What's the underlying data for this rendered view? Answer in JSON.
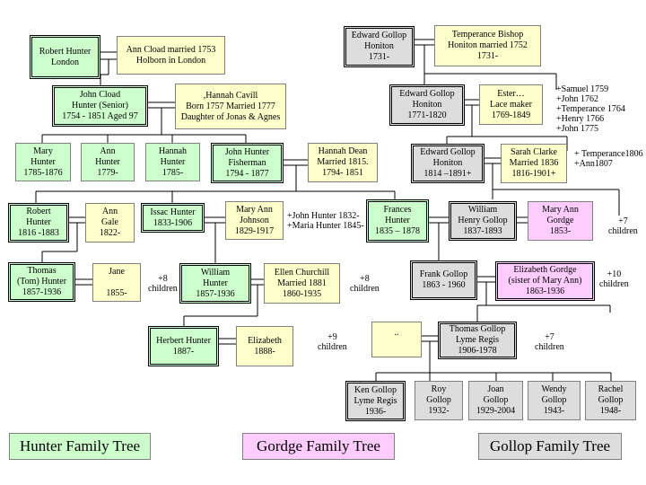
{
  "people": {
    "robert_hunter_london": {
      "text": "Robert Hunter\nLondon",
      "family": "hunter",
      "pivot": true
    },
    "ann_cload": {
      "text": "Ann Cload married 1753\nHolborn in London",
      "family": "spouse"
    },
    "john_cload_hunter": {
      "text": "John Cload\nHunter (Senior)\n1754 - 1851 Aged 97",
      "family": "hunter",
      "pivot": true
    },
    "hannah_cavill": {
      "text": ",Hannah Cavill\nBorn 1757 Married 1777\nDaughter of Jonas & Agnes",
      "family": "spouse"
    },
    "mary_hunter": {
      "text": "Mary\nHunter\n1785-1876",
      "family": "hunter"
    },
    "ann_hunter": {
      "text": "Ann\nHunter\n1779-",
      "family": "hunter"
    },
    "hannah_hunter": {
      "text": "Hannah\nHunter\n1785-",
      "family": "hunter"
    },
    "john_hunter_fisherman": {
      "text": "John Hunter\nFisherman\n1794 - 1877",
      "family": "hunter",
      "pivot": true
    },
    "hannah_dean": {
      "text": "Hannah Dean\nMarried 1815.\n1794- 1851",
      "family": "spouse"
    },
    "robert_hunter_1816": {
      "text": "Robert\nHunter\n1816 -1883",
      "family": "hunter",
      "pivot": true
    },
    "ann_gale": {
      "text": "Ann\nGale\n1822-",
      "family": "spouse"
    },
    "issac_hunter": {
      "text": "Issac Hunter\n1833-1906",
      "family": "hunter",
      "pivot": true
    },
    "mary_ann_johnson": {
      "text": "Mary Ann\nJohnson\n1829-1917",
      "family": "spouse"
    },
    "thomas_tom_hunter": {
      "text": "Thomas\n(Tom) Hunter\n1857-1936",
      "family": "hunter",
      "pivot": true
    },
    "jane": {
      "text": "Jane\n\n1855-",
      "family": "spouse"
    },
    "william_hunter": {
      "text": "William\nHunter\n1857-1936",
      "family": "hunter",
      "pivot": true
    },
    "ellen_churchill": {
      "text": "Ellen Churchill\nMarried 1881\n1860-1935",
      "family": "spouse"
    },
    "herbert_hunter": {
      "text": "Herbert Hunter\n1887-",
      "family": "hunter",
      "pivot": true
    },
    "elizabeth_1888": {
      "text": "Elizabeth\n1888-",
      "family": "spouse"
    },
    "edward_gollop_1731": {
      "text": "Edward Gollop\nHoniton\n1731-",
      "family": "gollop",
      "pivot": true
    },
    "temperance_bishop": {
      "text": "Temperance Bishop\nHoniton married 1752\n1731-",
      "family": "spouse"
    },
    "edward_gollop_1771": {
      "text": "Edward Gollop\nHoniton\n1771-1820",
      "family": "gollop",
      "pivot": true
    },
    "ester": {
      "text": "Ester…\nLace maker\n1769-1849",
      "family": "spouse"
    },
    "edward_gollop_1814": {
      "text": "Edward Gollop\nHoniton\n1814 –1891+",
      "family": "gollop",
      "pivot": true
    },
    "sarah_clarke": {
      "text": "Sarah Clarke\nMarried 1836\n1816-1901+",
      "family": "spouse"
    },
    "frances_hunter": {
      "text": "Frances\nHunter\n1835 – 1878",
      "family": "hunter",
      "pivot": true
    },
    "william_henry_gollop": {
      "text": "William\nHenry Gollop\n1837-1893",
      "family": "gollop",
      "pivot": true
    },
    "mary_ann_gordge": {
      "text": "Mary Ann\nGordge\n1853-",
      "family": "gordge"
    },
    "frank_gollop": {
      "text": "Frank Gollop\n1863 - 1960",
      "family": "gollop",
      "pivot": true
    },
    "elizabeth_gordge": {
      "text": "Elizabeth Gordge\n(sister of Mary Ann)\n1863-1936",
      "family": "gordge",
      "pivot": true
    },
    "unknown_spouse": {
      "text": "..",
      "family": "spouse"
    },
    "thomas_gollop": {
      "text": "Thomas Gollop\nLyme Regis\n1906-1978",
      "family": "gollop",
      "pivot": true
    },
    "ken_gollop": {
      "text": "Ken Gollop\nLyme Regis\n1936-",
      "family": "gollop",
      "pivot": true
    },
    "roy_gollop": {
      "text": "Roy\nGollop\n1932-",
      "family": "gollop"
    },
    "joan_gollop": {
      "text": "Joan\nGollop\n1929-2004",
      "family": "gollop"
    },
    "wendy_gollop": {
      "text": "Wendy\nGollop\n1943-",
      "family": "gollop"
    },
    "rachel_gollop": {
      "text": "Rachel\nGollop\n1948-",
      "family": "gollop"
    }
  },
  "notes": {
    "gollop_1771_children": "+Samuel 1759\n+John 1762\n+Temperance 1764\n+Henry 1766\n+John 1775",
    "gollop_1814_children": "+ Temperance1806\n+Ann1807",
    "john_fisherman_children": "+John Hunter 1832-\n+Maria Hunter 1845-",
    "william_henry_children": "+7\nchildren",
    "thomas_tom_children": "+8\nchildren",
    "william_hunter_children": "+8\nchildren",
    "frank_children": "+10\nchildren",
    "herbert_children": "+9\nchildren",
    "thomas_gollop_children": "+7\nchildren"
  },
  "legend": {
    "hunter": "Hunter Family Tree",
    "gordge": "Gordge Family Tree",
    "gollop": "Gollop Family Tree"
  },
  "colors": {
    "hunter": "#ccffcc",
    "spouse": "#ffffcc",
    "gollop": "#dddddd",
    "gordge": "#ffccff",
    "line": "#000000"
  }
}
